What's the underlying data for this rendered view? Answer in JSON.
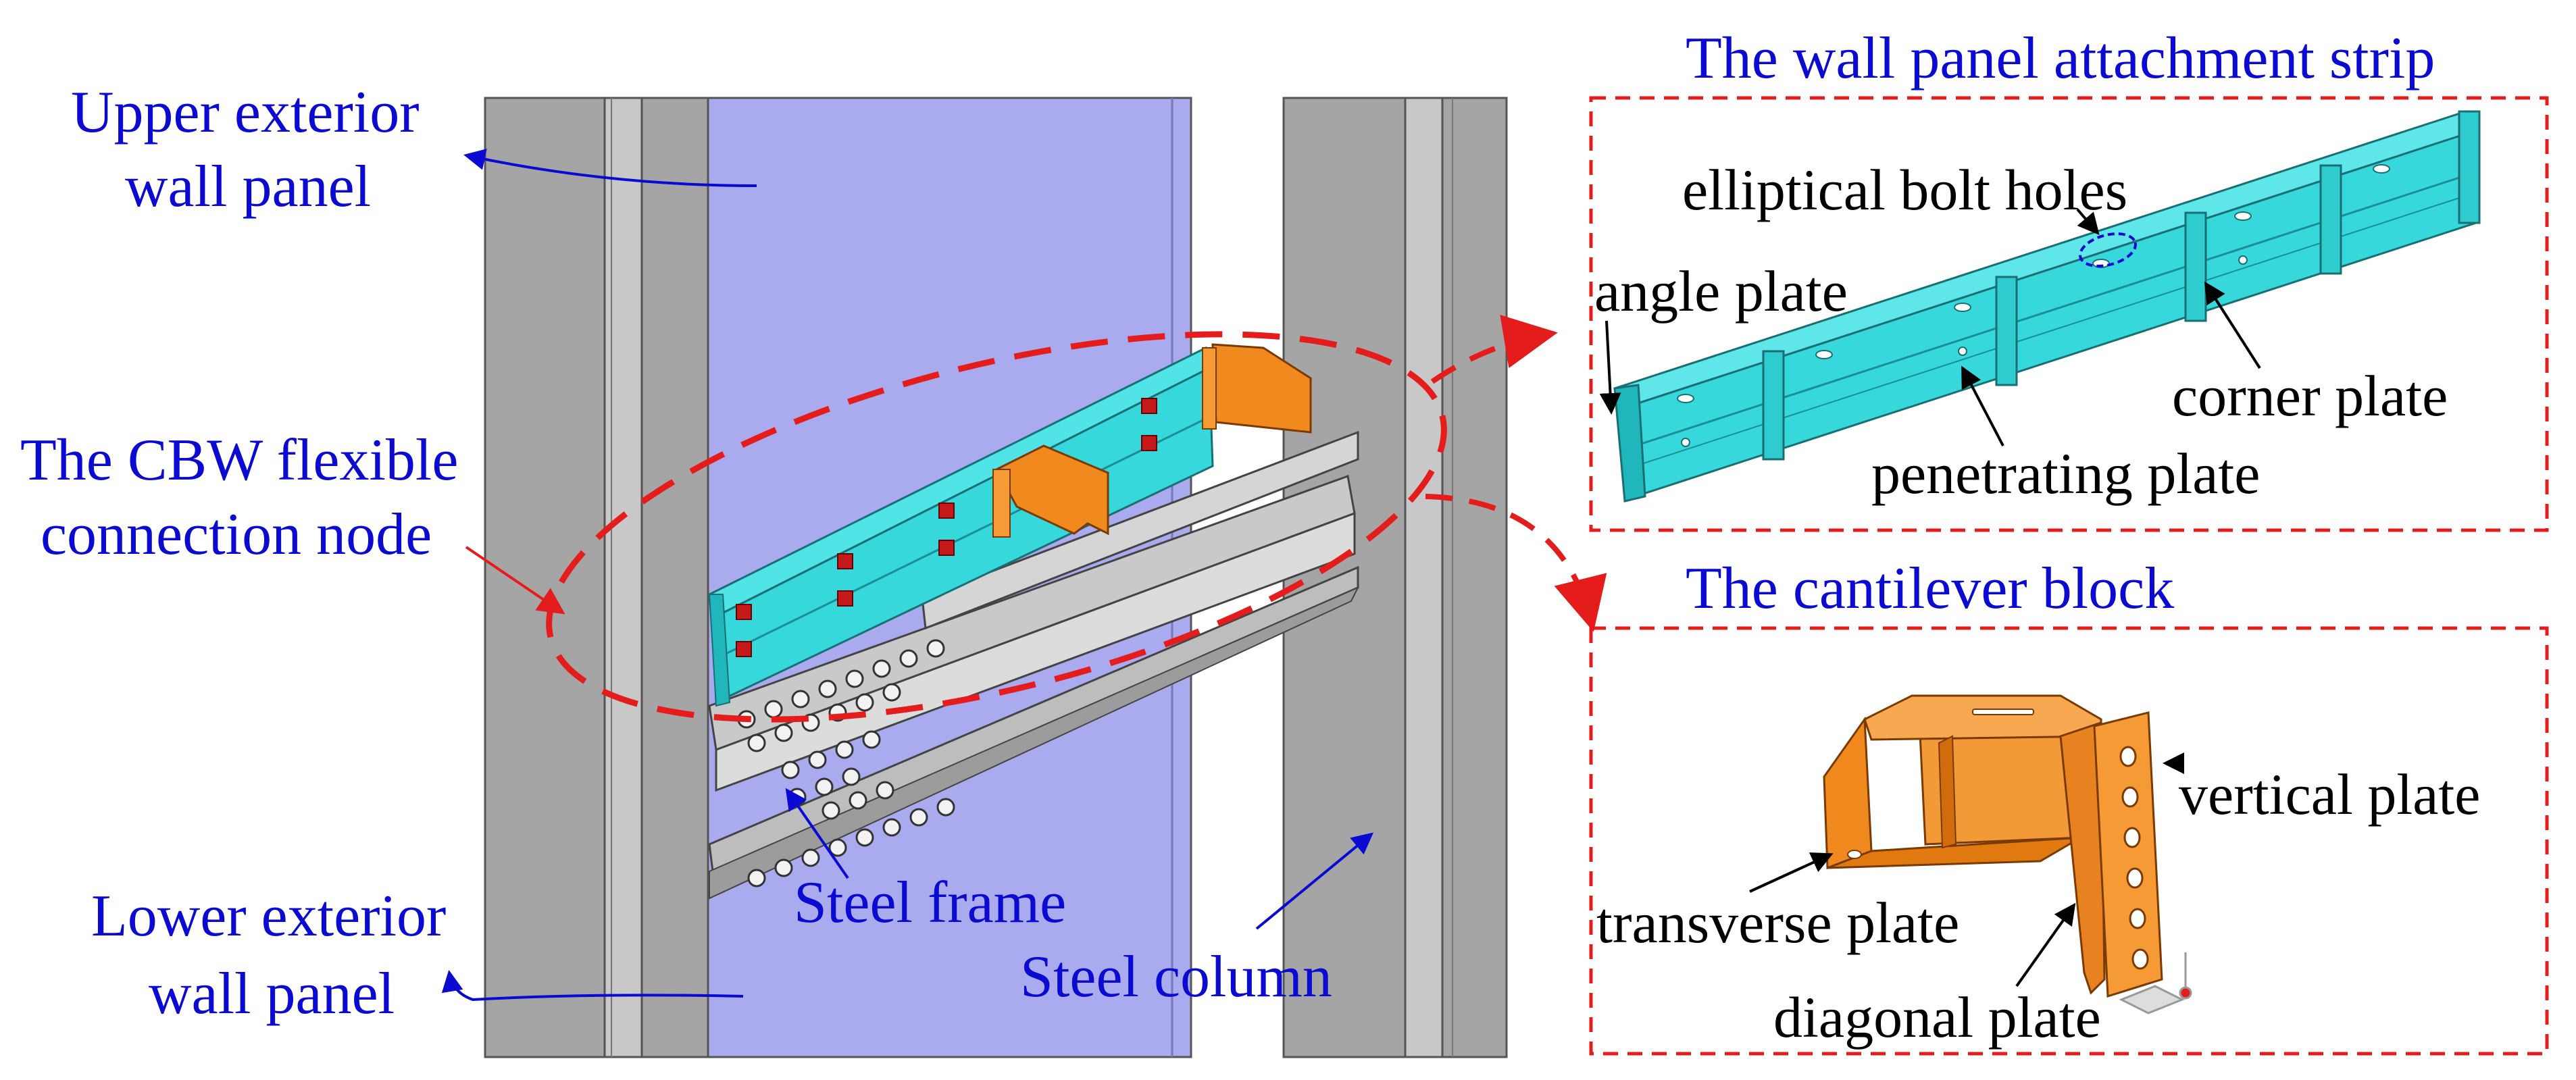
{
  "labels": {
    "upper_panel_line1": "Upper exterior",
    "upper_panel_line2": "wall panel",
    "cbw_line1": "The CBW flexible",
    "cbw_line2": "connection node",
    "lower_panel_line1": "Lower exterior",
    "lower_panel_line2": "wall panel",
    "steel_frame": "Steel frame",
    "steel_column": "Steel column"
  },
  "strip_inset": {
    "title": "The wall panel attachment strip",
    "elliptical_bolt_holes": "elliptical bolt holes",
    "angle_plate": "angle plate",
    "corner_plate": "corner plate",
    "penetrating_plate": "penetrating plate"
  },
  "cantilever_inset": {
    "title": "The cantilever block",
    "vertical_plate": "vertical plate",
    "transverse_plate": "transverse plate",
    "diagonal_plate": "diagonal plate"
  },
  "colors": {
    "label_blue": "#0a0ad2",
    "callout_red": "#e51c1c",
    "wall_panel": "#aaaaee",
    "steel_column": "#a5a5a5",
    "strip_cyan": "#36d8dc",
    "cantilever_orange": "#f08a1e"
  }
}
